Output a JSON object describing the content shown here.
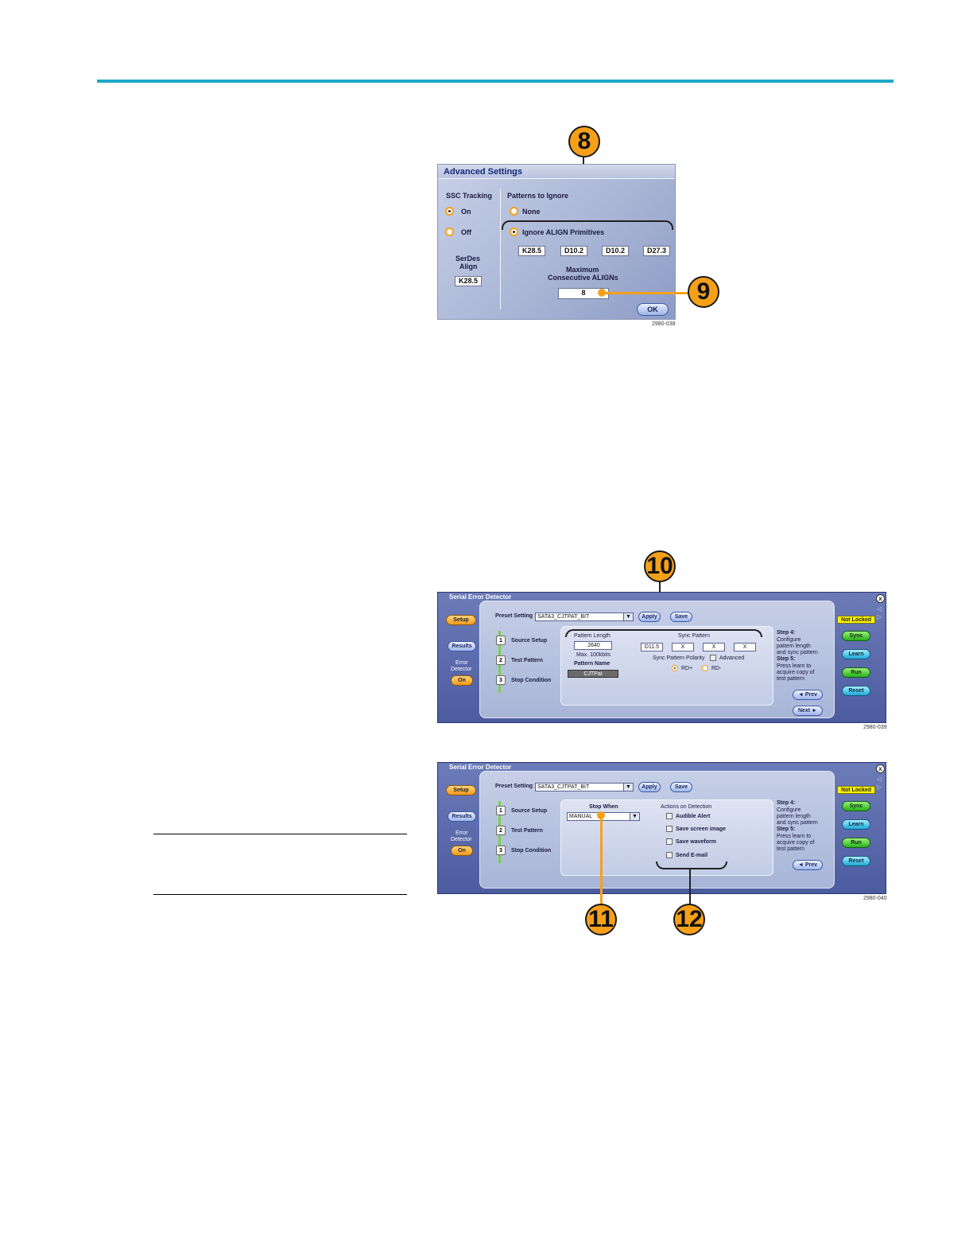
{
  "callouts": {
    "c8": "8",
    "c9": "9",
    "c10": "10",
    "c11": "11",
    "c12": "12"
  },
  "advanced": {
    "title": "Advanced Settings",
    "ssc_tracking_label": "SSC Tracking",
    "ssc_on": "On",
    "ssc_off": "Off",
    "patterns_label": "Patterns to Ignore",
    "none_label": "None",
    "ignore_label": "Ignore ALIGN Primitives",
    "symbols": [
      "K28.5",
      "D10.2",
      "D10.2",
      "D27.3"
    ],
    "serdes_align_label_1": "SerDes",
    "serdes_align_label_2": "Align",
    "serdes_value": "K28.5",
    "max_label_1": "Maximum",
    "max_label_2": "Consecutive ALIGNs",
    "max_value": "8",
    "ok_label": "OK",
    "fig_no": "2980-038"
  },
  "sed1": {
    "title": "Serial Error Detector",
    "setup": "Setup",
    "results": "Results",
    "error_detector_1": "Error",
    "error_detector_2": "Detector",
    "on": "On",
    "preset_label": "Preset Setting",
    "preset_value": "SATA3_CJTPAT_BIT",
    "apply": "Apply",
    "save": "Save",
    "steps": [
      "Source Setup",
      "Test Pattern",
      "Stop Condition"
    ],
    "pattern_length_label": "Pattern Length",
    "pattern_length_value": "2640",
    "max_label": "Max. 100kbits",
    "pattern_name_label": "Pattern Name",
    "pattern_name_value": "CJTPat",
    "sync_pattern_label": "Sync Pattern",
    "sync_values": [
      "D11.5",
      "X",
      "X",
      "X"
    ],
    "polarity_label": "Sync Pattern Polarity",
    "advanced_label": "Advanced",
    "rd_plus": "RD+",
    "rd_minus": "RD-",
    "step4_label": "Step 4:",
    "step4_text": [
      "Configure",
      "pattern length",
      "and sync pattern"
    ],
    "step5_label": "Step 5:",
    "step5_text": [
      "Press learn to",
      "acquire copy of",
      "test pattern"
    ],
    "prev": "◄ Prev",
    "next": "Next ►",
    "not_locked": "Not Locked",
    "sync": "Sync",
    "learn": "Learn",
    "run": "Run",
    "reset": "Reset",
    "close": "x",
    "fig_no": "2980-039"
  },
  "sed2": {
    "title": "Serial Error Detector",
    "setup": "Setup",
    "results": "Results",
    "error_detector_1": "Error",
    "error_detector_2": "Detector",
    "on": "On",
    "preset_label": "Preset Setting",
    "preset_value": "SATA3_CJTPAT_BIT",
    "apply": "Apply",
    "save": "Save",
    "steps": [
      "Source Setup",
      "Test Pattern",
      "Stop Condition"
    ],
    "stop_when_label": "Stop When",
    "stop_when_value": "MANUAL",
    "actions_label": "Actions on Detection",
    "actions": [
      "Audible Alert",
      "Save screen image",
      "Save waveform",
      "Send E-mail"
    ],
    "step4_label": "Step 4:",
    "step4_text": [
      "Configure",
      "pattern length",
      "and sync pattern"
    ],
    "step5_label": "Step 5:",
    "step5_text": [
      "Press learn to",
      "acquire copy of",
      "test pattern"
    ],
    "prev": "◄ Prev",
    "not_locked": "Not Locked",
    "sync": "Sync",
    "learn": "Learn",
    "run": "Run",
    "reset": "Reset",
    "close": "x",
    "fig_no": "2980-040"
  }
}
